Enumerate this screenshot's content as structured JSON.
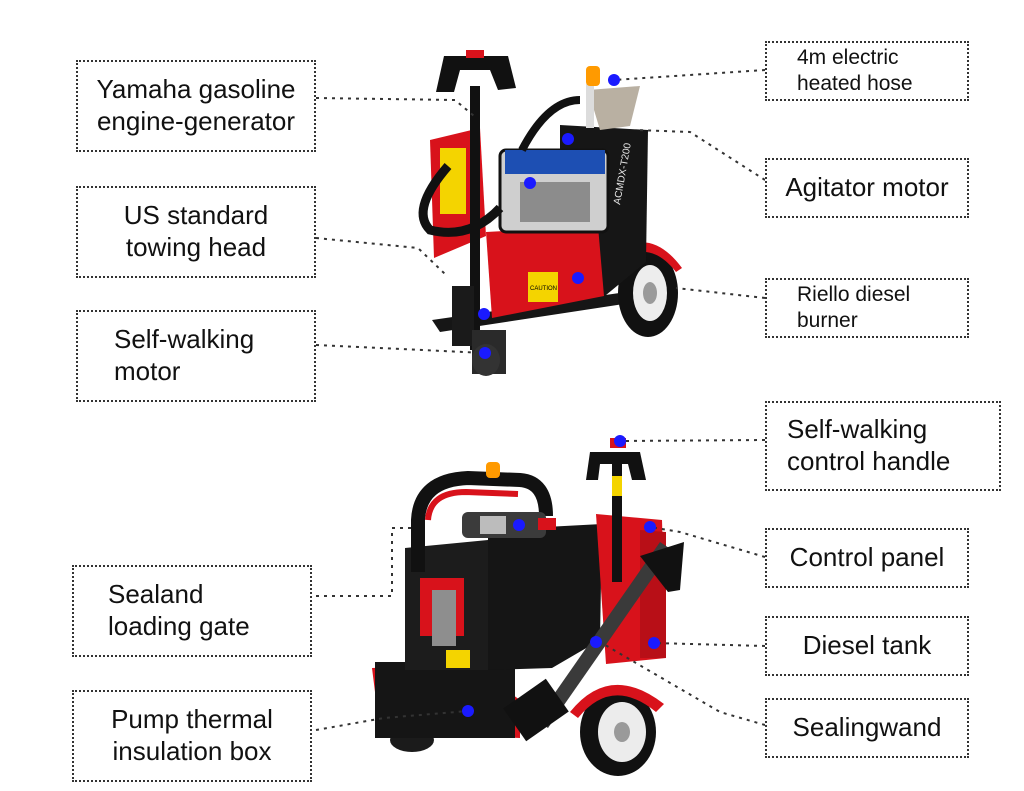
{
  "labels": {
    "yamaha": {
      "line1": "Yamaha gasoline",
      "line2": "engine-generator"
    },
    "hose": {
      "line1": "4m electric",
      "line2": "heated hose"
    },
    "towing": {
      "line1": "US standard",
      "line2": "towing head"
    },
    "agitator": {
      "line1": "Agitator motor"
    },
    "riello": {
      "line1": "Riello diesel",
      "line2": "burner"
    },
    "selfmotor": {
      "line1": "Self-walking",
      "line2": "motor"
    },
    "handle": {
      "line1": "Self-walking",
      "line2": "control handle"
    },
    "panel": {
      "line1": "Control panel"
    },
    "gate": {
      "line1": "Sealand",
      "line2": "loading gate"
    },
    "diesel": {
      "line1": "Diesel tank"
    },
    "pumpbox": {
      "line1": "Pump thermal",
      "line2": "insulation box"
    },
    "wand": {
      "line1": "Sealingwand"
    }
  },
  "machine_top": {
    "model_text": "ACMDX-T200",
    "caution_text": "CAUTION"
  },
  "colors": {
    "machine_red": "#d8121b",
    "machine_black": "#161616",
    "engine_blue": "#1d4fb3",
    "marker_blue": "#1a1aff",
    "beacon_orange": "#ff9a00",
    "leader_line": "#333333"
  }
}
